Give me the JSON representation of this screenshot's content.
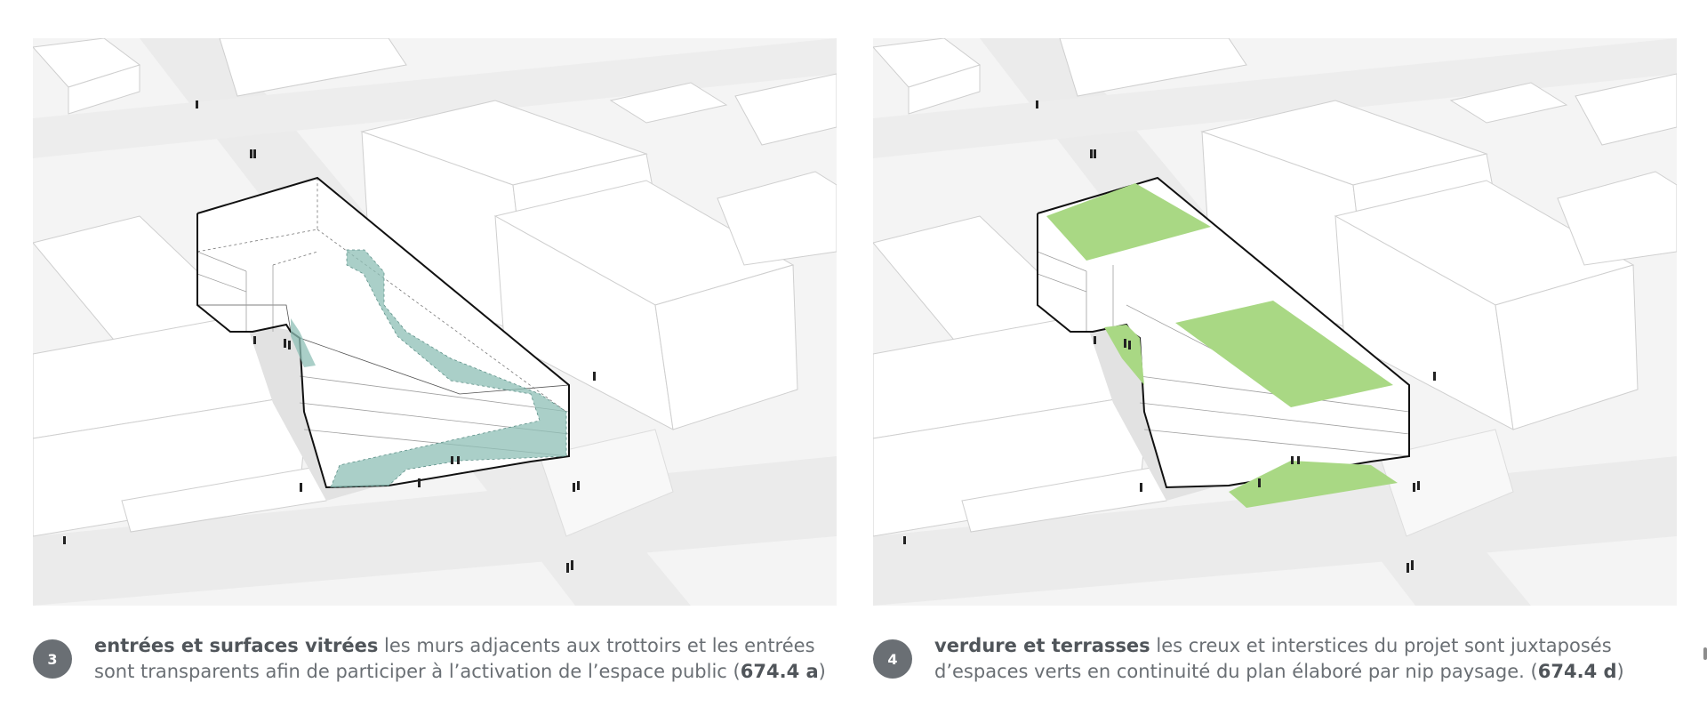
{
  "panels": [
    {
      "number": "3",
      "title": "entrées et surfaces vitrées",
      "text": "les murs adjacents aux trottoirs et les entrées sont transparents afin de participer à l’activation de l’espace public",
      "ref_open": "(",
      "ref": "674.4 a",
      "ref_close": ")",
      "highlight_color": "#8dbfb5"
    },
    {
      "number": "4",
      "title": "verdure et terrasses",
      "text": "les creux et interstices du projet sont juxtaposés d’espaces verts en continuité du plan élaboré par nip paysage.",
      "ref_open": "(",
      "ref": "674.4 d",
      "ref_close": ")",
      "highlight_color": "#a9d884"
    }
  ]
}
